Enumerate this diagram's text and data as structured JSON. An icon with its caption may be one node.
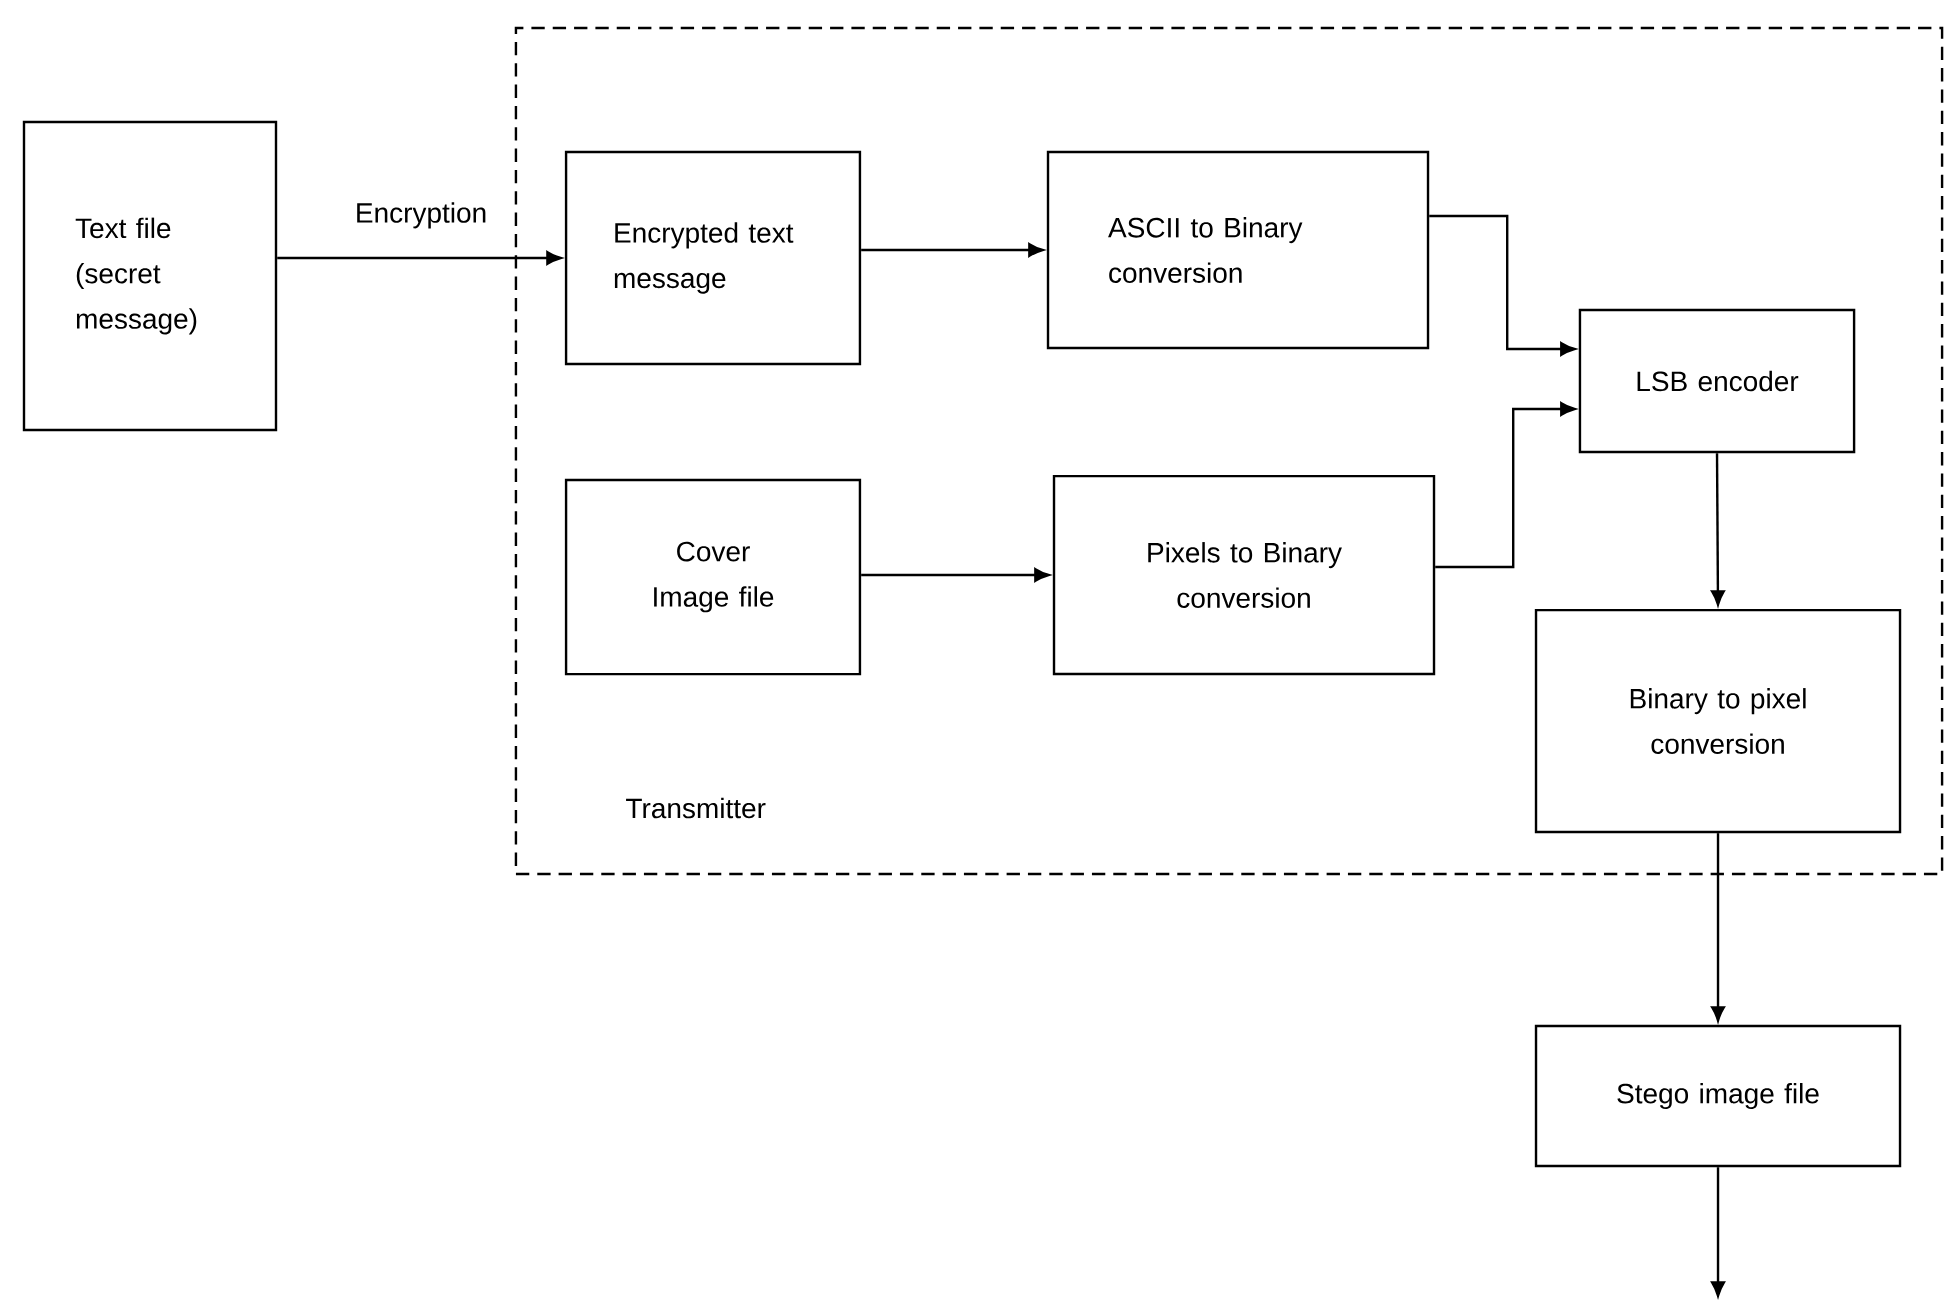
{
  "diagram": {
    "nodes": [
      {
        "text": [
          "Text file (secret message)"
        ]
      },
      {
        "text": [
          "Transmitter"
        ]
      },
      {
        "text": [
          "Encrypted text message"
        ],
        "in": 1
      },
      {
        "text": [
          "ASCII to Binary conversion"
        ],
        "in": 1
      },
      {
        "text": [
          "Cover Image file"
        ],
        "in": 1
      },
      {
        "text": [
          "Pixels to Binary conversion"
        ],
        "in": 1
      },
      {
        "text": [
          "LSB encoder"
        ],
        "in": 1
      },
      {
        "text": [
          "Binary to pixel conversion"
        ],
        "in": 1
      },
      {
        "text": [
          "Stego image file"
        ]
      }
    ],
    "edges": [
      {
        "from": 0,
        "to": 2,
        "arrow": "to",
        "label": "Encryption"
      },
      {
        "from": 2,
        "to": 3,
        "arrow": "to"
      },
      {
        "from": 4,
        "to": 5,
        "arrow": "to"
      },
      {
        "from": 3,
        "to": 6,
        "arrow": "to"
      },
      {
        "from": 5,
        "to": 6,
        "arrow": "to"
      },
      {
        "from": 6,
        "to": 7,
        "arrow": "to"
      },
      {
        "from": 7,
        "to": 8,
        "arrow": "to"
      },
      {
        "from": 8,
        "to": null,
        "arrow": "to"
      }
    ]
  }
}
